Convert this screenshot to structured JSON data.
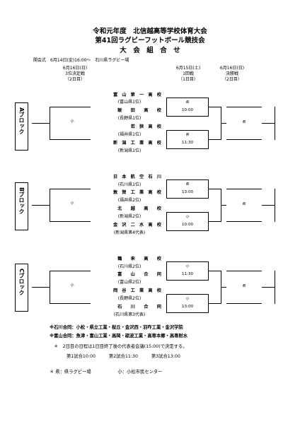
{
  "header": {
    "title1": "令和元年度　北信越高等学校体育大会",
    "title2": "第41回ラグビーフットボール競技会",
    "title3": "大　会　組　合　せ"
  },
  "schedule": {
    "opening": "開会式　6月14日(金)16:00～　石川県ラグビー場",
    "col1_date": "6月16日(日)",
    "col1_round": "3位決定戦",
    "col1_day": "（2日目）",
    "col2_date": "6月15日(土)",
    "col2_round": "1回戦",
    "col2_day": "（1日目）",
    "col3_date": "6月16日(日)",
    "col3_round": "決勝戦",
    "col3_day": "（2日目）"
  },
  "blocks": [
    {
      "label": "Aブロック",
      "left_venue": "小",
      "right_venue": "県",
      "teams": [
        {
          "name": "富　山　第　一　高　校",
          "qual": "(富山県1位)"
        },
        {
          "name": "飯　　田　　高　　校",
          "qual": "(長野県1位)"
        },
        {
          "name": "若　狭　高　校",
          "qual": "(福井県1位)"
        },
        {
          "name": "新　潟　工　業　高　校",
          "qual": "(新潟県1位)"
        }
      ],
      "matches": [
        {
          "venue": "県",
          "time": "10:00"
        },
        {
          "venue": "県",
          "time": "11:30"
        }
      ]
    },
    {
      "label": "Bブロック",
      "left_venue": "小",
      "right_venue": "県",
      "teams": [
        {
          "name": "日　本　航　空　石　川",
          "qual": "(石川県1位)"
        },
        {
          "name": "敦　賀　工　業　高　校",
          "qual": "(福井県2位)"
        },
        {
          "name": "北　　越　　高　　校",
          "qual": "(新潟県2位)"
        },
        {
          "name": "金　沢　二　水　高　校",
          "qual": "(新潟県第4代表)"
        }
      ],
      "matches": [
        {
          "venue": "県",
          "time": "13:00"
        },
        {
          "venue": "小",
          "time": "10:00"
        }
      ]
    },
    {
      "label": "Cブロック",
      "left_venue": "小",
      "right_venue": "県",
      "teams": [
        {
          "name": "鶴　　来　　高　　校",
          "qual": "(石川県2位)"
        },
        {
          "name": "富　　山　　合　　同",
          "qual": "(富山県2位)"
        },
        {
          "name": "岡　谷　工　業　高　校",
          "qual": "(長野県2位)"
        },
        {
          "name": "石　　川　　合　　同",
          "qual": "(石川県第3代表)"
        }
      ],
      "matches": [
        {
          "venue": "小",
          "time": "11:30"
        },
        {
          "venue": "小",
          "time": "13:00"
        }
      ]
    }
  ],
  "notes": {
    "n1": "※石川合同：小松・県立工業・桜丘・金沢西・羽咋工業・金沢学院",
    "n2": "※富山合同：魚津・富山工業・高岡・砺波工業・高専本郷・高専射水",
    "n3": "＊　2日目の日程は1日目終了後の代表者会議(15:00)で決定する。",
    "n4": "第1試合10:00　　　第2試合11:30　　　第3試合13:00",
    "n5": "＊ 県：県ラグビー場　　　　　　小：小松市民センター"
  }
}
